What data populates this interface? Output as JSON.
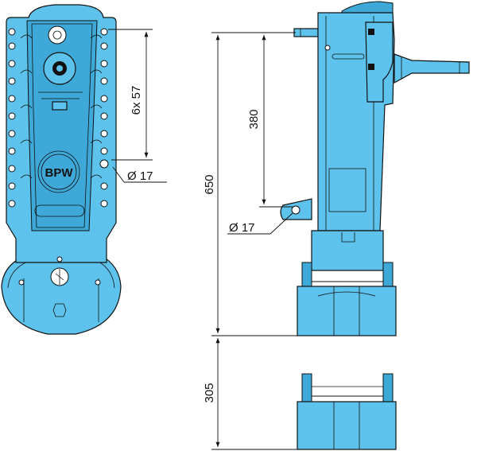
{
  "front_view": {
    "spacing_label": "6x 57",
    "hole_label": "Ø 17",
    "logo_text": "BPW"
  },
  "side_view": {
    "upper_dim_label": "380",
    "hole_label": "Ø 17",
    "total_height_label": "650",
    "lower_dim_label": "305"
  },
  "colors": {
    "body": "#5ec3ec",
    "body_dark": "#3ea9d8",
    "line": "#111111"
  }
}
